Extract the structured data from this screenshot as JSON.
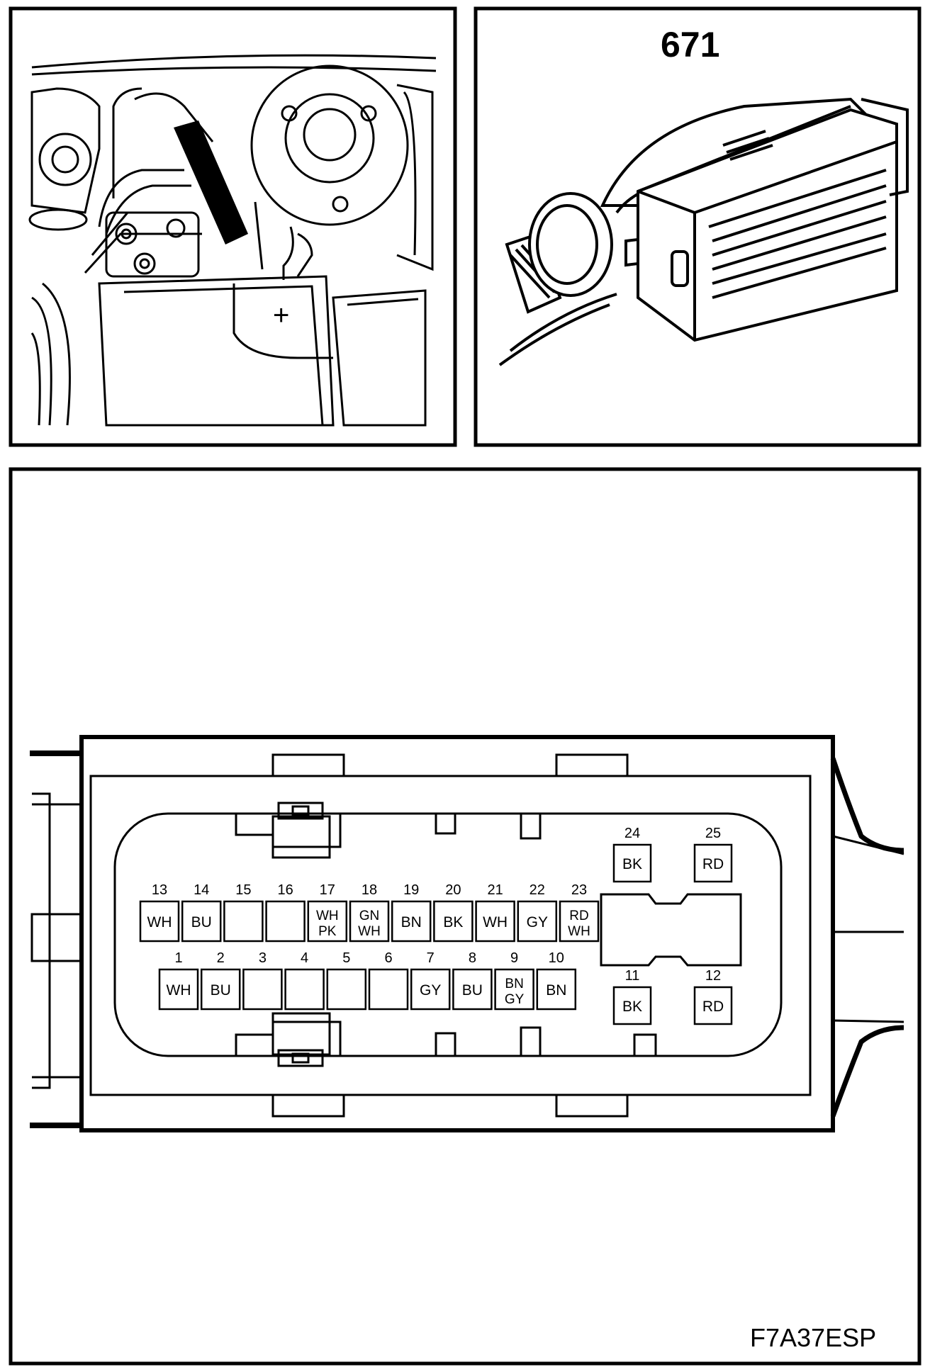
{
  "connector_number": "671",
  "figure_id": "F7A37ESP",
  "pins_top_row": [
    {
      "pin": "13",
      "colors": [
        "WH"
      ]
    },
    {
      "pin": "14",
      "colors": [
        "BU"
      ]
    },
    {
      "pin": "15",
      "colors": []
    },
    {
      "pin": "16",
      "colors": []
    },
    {
      "pin": "17",
      "colors": [
        "WH",
        "PK"
      ]
    },
    {
      "pin": "18",
      "colors": [
        "GN",
        "WH"
      ]
    },
    {
      "pin": "19",
      "colors": [
        "BN"
      ]
    },
    {
      "pin": "20",
      "colors": [
        "BK"
      ]
    },
    {
      "pin": "21",
      "colors": [
        "WH"
      ]
    },
    {
      "pin": "22",
      "colors": [
        "GY"
      ]
    },
    {
      "pin": "23",
      "colors": [
        "RD",
        "WH"
      ]
    }
  ],
  "pins_bottom_row": [
    {
      "pin": "1",
      "colors": [
        "WH"
      ]
    },
    {
      "pin": "2",
      "colors": [
        "BU"
      ]
    },
    {
      "pin": "3",
      "colors": []
    },
    {
      "pin": "4",
      "colors": []
    },
    {
      "pin": "5",
      "colors": []
    },
    {
      "pin": "6",
      "colors": []
    },
    {
      "pin": "7",
      "colors": [
        "GY"
      ]
    },
    {
      "pin": "8",
      "colors": [
        "BU"
      ]
    },
    {
      "pin": "9",
      "colors": [
        "BN",
        "GY"
      ]
    },
    {
      "pin": "10",
      "colors": [
        "BN"
      ]
    }
  ],
  "power_pins": [
    {
      "pin": "24",
      "colors": [
        "BK"
      ]
    },
    {
      "pin": "25",
      "colors": [
        "RD"
      ]
    },
    {
      "pin": "11",
      "colors": [
        "BK"
      ]
    },
    {
      "pin": "12",
      "colors": [
        "RD"
      ]
    }
  ]
}
